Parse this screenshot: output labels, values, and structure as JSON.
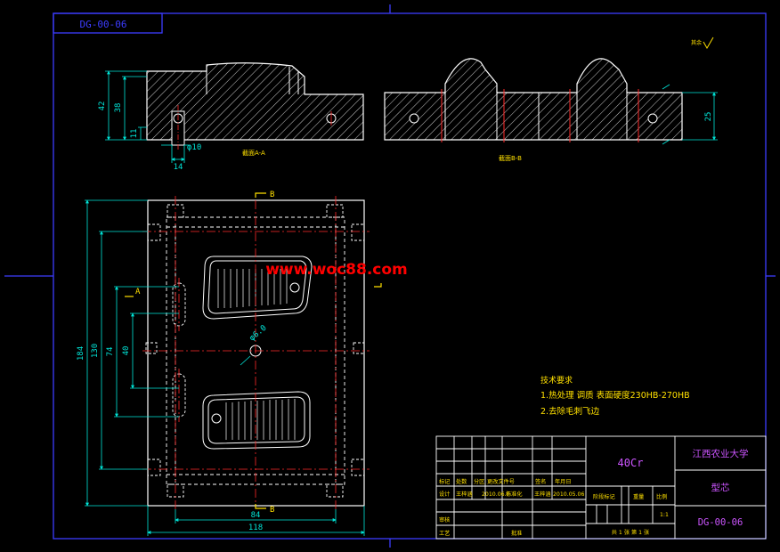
{
  "drawing": {
    "code_top": "DG-00-06",
    "section_a_label": "截面A-A",
    "section_b_label": "截面B-B",
    "cut_marker_b": "B",
    "cut_marker_a": "A",
    "roughness_label": "其余",
    "watermark": "www.woc88.com",
    "colors": {
      "frame": "#3c3cff",
      "outline": "#ffffff",
      "dimension": "#00e5d8",
      "center": "#ff2a2a",
      "hatch": "#ffffff",
      "marker": "#ffe000",
      "text_yellow": "#ffe000",
      "watermark": "#ff0000",
      "title_text": "#cc55ff"
    }
  },
  "dimensions": {
    "d42": "42",
    "d38": "38",
    "d11": "11",
    "d10": "φ10",
    "d14": "14",
    "d25": "25",
    "d184": "184",
    "d130": "130",
    "d74": "74",
    "d40": "40",
    "d6": "φ6.0",
    "d84": "84",
    "d118": "118"
  },
  "tech": {
    "title": "技术要求",
    "line1": "1.热处理 调质 表面硬度230HB-270HB",
    "line2": "2.去除毛刺飞边"
  },
  "titleblock": {
    "material": "40Cr",
    "school": "江西农业大学",
    "part_name": "型芯",
    "code": "DG-00-06",
    "h_mark": "标记",
    "h_count": "处数",
    "h_zone": "分区",
    "h_doc": "更改文件号",
    "h_sign": "签名",
    "h_date": "年月日",
    "r_design": "设计",
    "designer": "王梓涵",
    "design_date": "2010.06.7",
    "r_std": "标准化",
    "std_name": "王梓涵",
    "std_date": "2010.05.06",
    "h_stage": "阶段标记",
    "h_weight": "重量",
    "h_scale": "比例",
    "scale": "1:1",
    "r_review": "审核",
    "r_process": "工艺",
    "r_approve": "批准",
    "sheets": "共 1 张 第 1 张"
  }
}
